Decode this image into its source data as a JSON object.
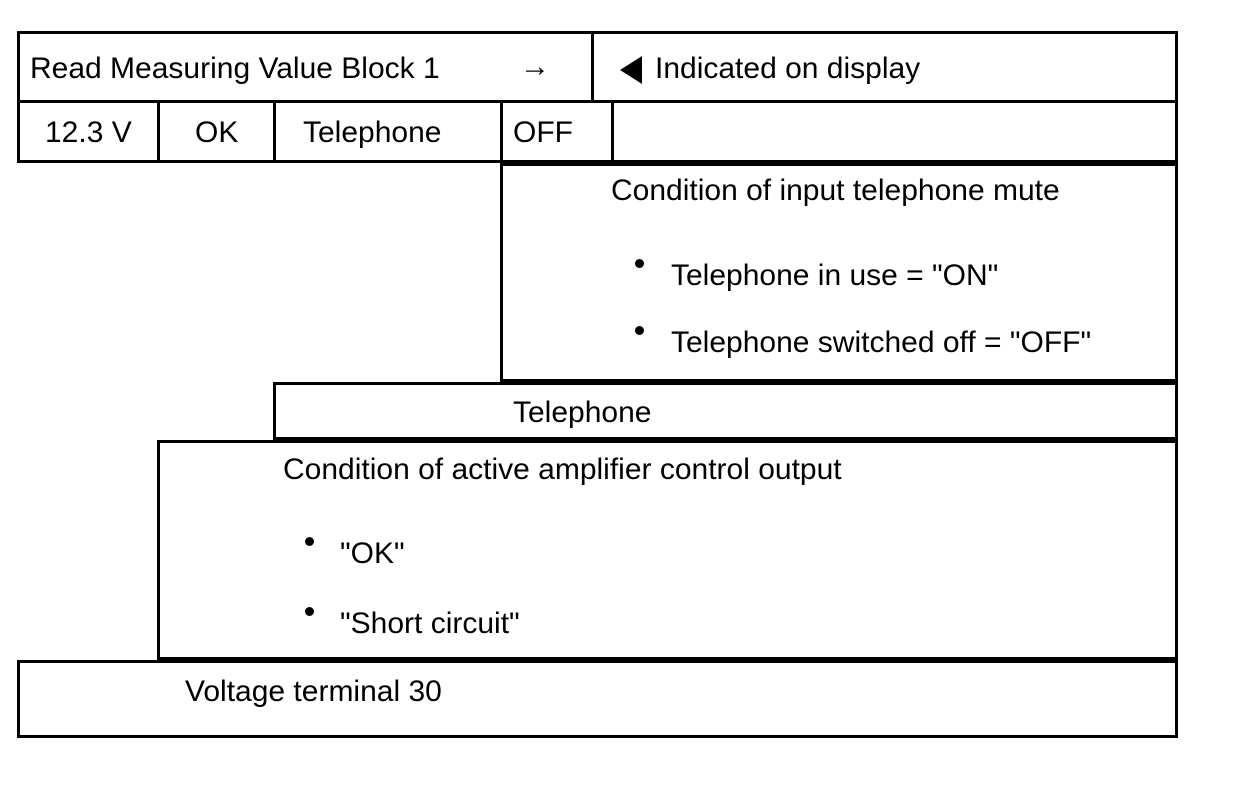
{
  "header": {
    "title": "Read Measuring Value Block 1",
    "arrow_icon": "right-arrow",
    "arrow_glyph": "→",
    "pointer_icon": "left-triangle",
    "indicated_label": "Indicated on display"
  },
  "values": {
    "voltage": "12.3 V",
    "amplifier_status": "OK",
    "channel": "Telephone",
    "mute_state": "OFF"
  },
  "descriptions": {
    "mute": {
      "title": "Condition of input telephone mute",
      "bullets": [
        "Telephone in use = \"ON\"",
        "Telephone switched off = \"OFF\""
      ]
    },
    "telephone": {
      "title": "Telephone"
    },
    "amplifier": {
      "title": "Condition of active amplifier control output",
      "bullets": [
        "\"OK\"",
        "\"Short circuit\""
      ]
    },
    "voltage": {
      "title": "Voltage terminal 30"
    }
  },
  "colors": {
    "line": "#000000",
    "background": "#ffffff",
    "text": "#000000"
  }
}
